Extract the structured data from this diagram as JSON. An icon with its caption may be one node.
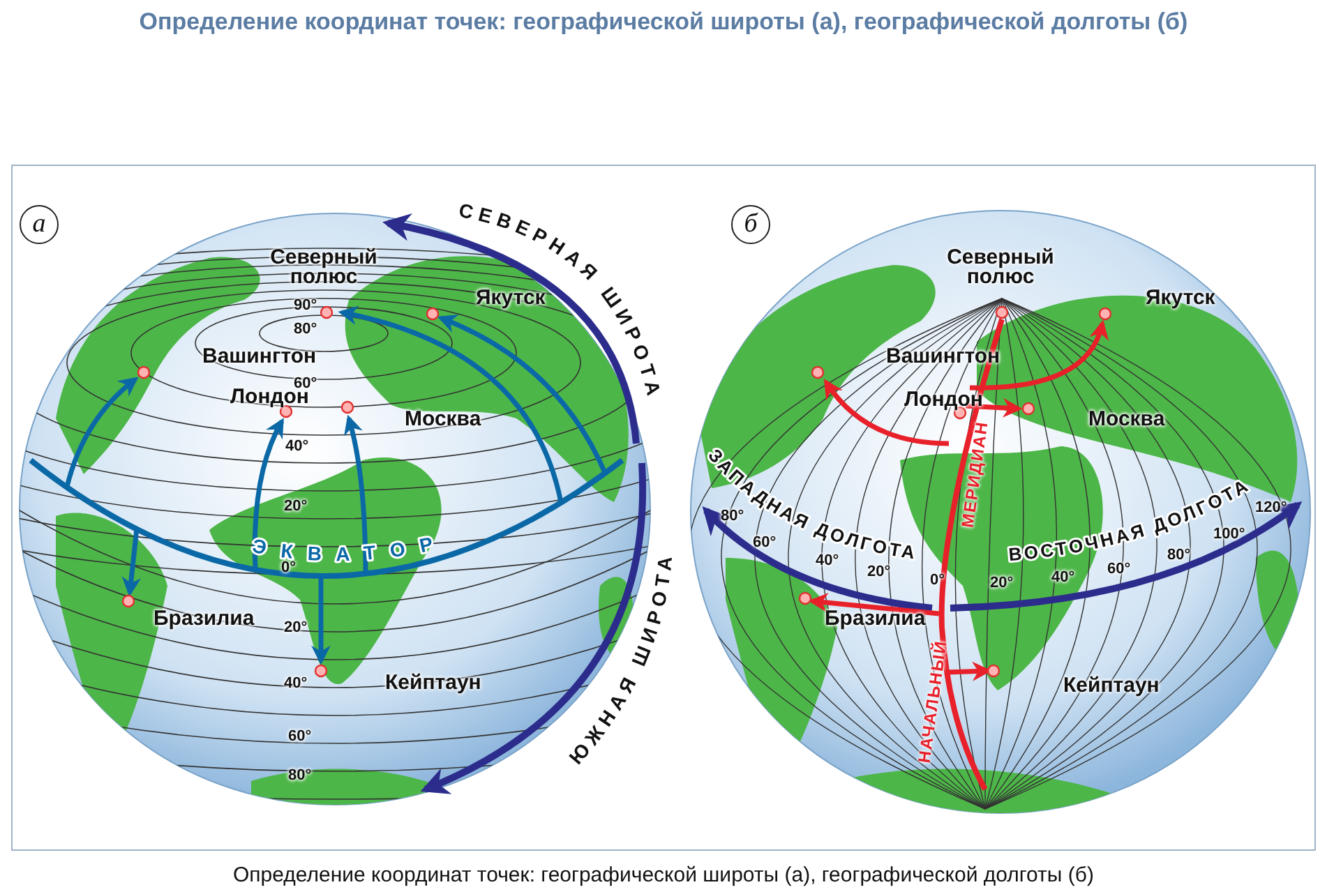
{
  "diagram": {
    "title": "Определение координат точек: географической широты (а), географической долготы (б)",
    "caption": "Определение координат точек: географической широты (а), географической долготы (б)",
    "labels": [
      "а",
      "СЕВЕРНАЯ ШИРОТА",
      "Северный полюс",
      "90°",
      "80°",
      "Якутск",
      "Вашингтон",
      "Лондон",
      "60°",
      "Москва",
      "40°",
      "20°",
      "ЭКВАТОР",
      "0°",
      "Бразилиа",
      "20°",
      "ЮЖНАЯ ШИРОТА",
      "Кейптаун",
      "40°",
      "60°",
      "80°",
      "б",
      "Северный полюс",
      "Якутск",
      "Вашингтон",
      "Лондон",
      "Москва",
      "МЕРИДИАН",
      "ЗАПАДНАЯ ДОЛГОТА",
      "80°",
      "60°",
      "40°",
      "20°",
      "0°",
      "ВОСТОЧНАЯ ДОЛГОТА",
      "20°",
      "40°",
      "60°",
      "80°",
      "100°",
      "120°",
      "Бразилиа",
      "НАЧАЛЬНЫЙ",
      "Кейптаун"
    ]
  }
}
